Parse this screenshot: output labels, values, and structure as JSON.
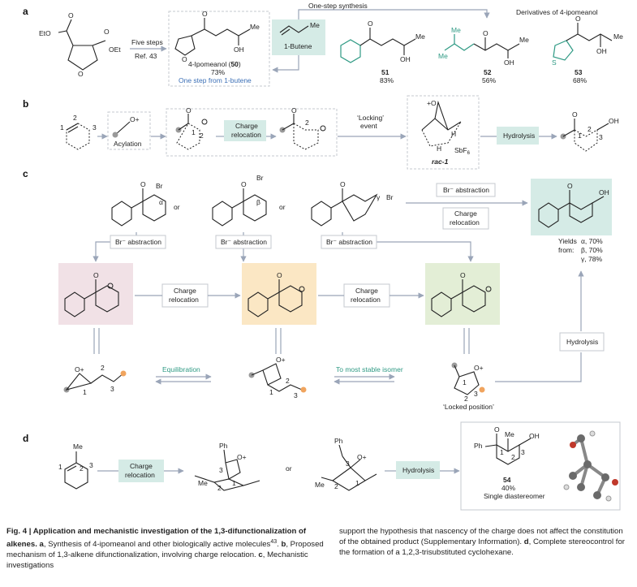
{
  "panels": {
    "a": "a",
    "b": "b",
    "c": "c",
    "d": "d"
  },
  "panel_a": {
    "start_oet": "OEt",
    "start_eto": "EtO",
    "step_label": "Five steps",
    "ref_label": "Ref. 43",
    "compound_name": "4-Ipomeanol (",
    "compound_num": "50",
    "compound_close": ")",
    "compound_yield": "73%",
    "one_step": "One step from 1-butene",
    "butene": "1-Butene",
    "me": "Me",
    "oh": "OH",
    "one_step_synthesis": "One-step synthesis",
    "derivatives": "Derivatives of 4-ipomeanol",
    "products": [
      {
        "num": "51",
        "yield": "83%"
      },
      {
        "num": "52",
        "yield": "56%"
      },
      {
        "num": "53",
        "yield": "68%"
      }
    ]
  },
  "panel_b": {
    "acylation": "Acylation",
    "charge_relocation": "Charge relocation",
    "charge_word1": "Charge",
    "charge_word2": "relocation",
    "locking1": "‘Locking’",
    "locking2": "event",
    "rac": "rac-1",
    "sbf6": "SbF",
    "sbf6_sub": "6",
    "hydrolysis": "Hydrolysis",
    "h": "H",
    "oh": "OH"
  },
  "panel_c": {
    "or": "or",
    "br": "Br",
    "br_abstraction": "Br⁻ abstraction",
    "charge1": "Charge",
    "charge2": "relocation",
    "alpha": "α",
    "beta": "β",
    "gamma": "γ",
    "yields_label": "Yields",
    "from_label": "from:",
    "yields": [
      {
        "pos": "α,",
        "value": "70%"
      },
      {
        "pos": "β,",
        "value": "70%"
      },
      {
        "pos": "γ,",
        "value": "78%"
      }
    ],
    "hydrolysis": "Hydrolysis",
    "equilibration": "Equilibration",
    "stable_isomer": "To most stable isomer",
    "locked": "‘Locked position’",
    "oh": "OH"
  },
  "panel_d": {
    "me": "Me",
    "ph": "Ph",
    "charge1": "Charge",
    "charge2": "relocation",
    "or": "or",
    "hydrolysis": "Hydrolysis",
    "product_num": "54",
    "product_yield": "40%",
    "diastereomer": "Single diastereomer",
    "oh": "OH"
  },
  "caption": {
    "fig": "Fig. 4 | Application and mechanistic investigation of the 1,3-difunctionalization of alkenes.",
    "part_a_label": "a",
    "part_a": ", Synthesis of 4-ipomeanol and other biologically active molecules",
    "ref": "43",
    "part_b_label": "b",
    "part_b": ", Proposed mechanism of 1,3-alkene difunctionalization, involving charge relocation.",
    "part_c_label": "c",
    "part_c": ", Mechanistic investigations",
    "right_1": "support the hypothesis that nascency of the charge does not affect the constitution of the obtained product (Supplementary Information).",
    "part_d_label": "d",
    "part_d": ", Complete stereocontrol for the formation of a 1,2,3-trisubstituted cyclohexane."
  },
  "colors": {
    "teal_box": "#d5ebe6",
    "pink_box": "#f1e1e6",
    "yellow_box": "#fbe7c4",
    "green_box": "#e3eed6",
    "dashed": "#c4c8cf",
    "accent_green": "#2f9a84",
    "accent_blue": "#3b6fb6",
    "orange_dot": "#f0a45e",
    "grey_dot": "#9a9a9a"
  }
}
